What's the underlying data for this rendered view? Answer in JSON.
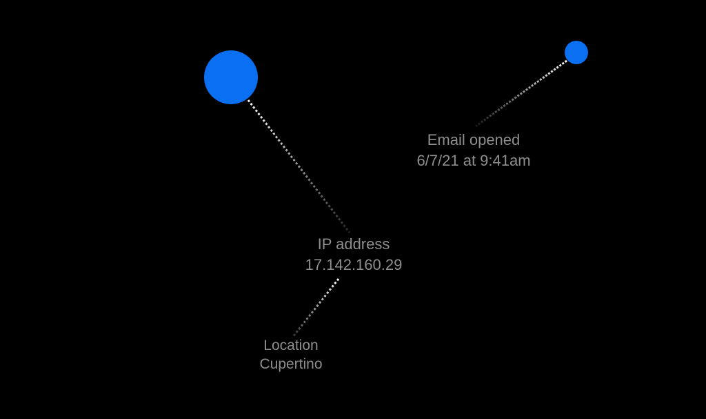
{
  "colors": {
    "background": "#000000",
    "node": "#0a6ff0",
    "label": "#8e8e8e",
    "link": "#ffffff"
  },
  "nodes": [
    {
      "id": "primary-node",
      "size": "large"
    },
    {
      "id": "secondary-node",
      "size": "small"
    }
  ],
  "labels": {
    "email": {
      "title": "Email opened",
      "value": "6/7/21 at 9:41am"
    },
    "ip": {
      "title": "IP address",
      "value": "17.142.160.29"
    },
    "location": {
      "title": "Location",
      "value": "Cupertino"
    }
  },
  "links": [
    {
      "from": "primary-node",
      "to": "ip"
    },
    {
      "from": "secondary-node",
      "to": "email"
    },
    {
      "from": "ip",
      "to": "location"
    }
  ]
}
